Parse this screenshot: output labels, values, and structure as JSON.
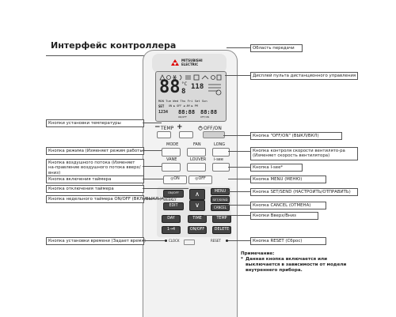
{
  "title": "Интерфейс контроллера",
  "left_labels": [
    "Кнопки установки температуры",
    "Кнопка режима (Изменяет режим работы)",
    "Кнопка воздушного потока (Изменяет на-правление воздушного потока вверх/вниз)",
    "Кнопка включения таймера",
    "Кнопка отключения таймера",
    "Кнопка недельного таймера ON/OFF (ВКЛ./ВЫКЛ.)*",
    "Кнопка установки времени (Задает время)"
  ],
  "right_labels": [
    "Область передачи",
    "Дисплей пульта дистанционного управления",
    "Кнопка \"OFF/ON\" (ВЫКЛ/ВКЛ)",
    "Кнопка контроля скорости вентилято-ра (Изменяет скорость вентилятора)",
    "Кнопка I-see*",
    "Кнопка MENU (МЕНЮ)",
    "Кнопка SET/SEND (НАСТРОИТЬ/ОТПРАВИТЬ)",
    "Кнопка CANCEL (ОТМЕНА)",
    "Кнопки Вверх/Вниз",
    "Кнопка RESET (Сброс)"
  ],
  "brand": {
    "line1": "MITSUBISHI",
    "line2": "ELECTRIC"
  },
  "display": {
    "big_temp": "88",
    "small_temp": "8",
    "degree": "°C",
    "big_right": "118",
    "days": "MON Tue Wed Thu Fri Sat Sun",
    "row_set": "SET",
    "row_set_detail": "ON ▶ OFF ◀ AM ▶ PM",
    "row_nums": "1234",
    "row_time1": "88:88",
    "row_time2": "88:88",
    "row_sub": "ON/OFF",
    "row_sub2": "OFF/ON"
  },
  "buttons": {
    "temp": "TEMP",
    "minus": "−",
    "plus": "+",
    "offon": "OFF/ON",
    "mode": "MODE",
    "fan": "FAN",
    "long": "LONG",
    "vane": "VANE",
    "louver": "LOUVER",
    "isee": "i-see",
    "on": "ON",
    "off": "OFF",
    "on_prefix": "◎",
    "off_prefix": "◎",
    "menu": "MENU",
    "on_off_small": "ON/OFF",
    "weekly": "WEEKLY",
    "edit": "EDIT",
    "set": "SET",
    "send": "SEND",
    "cancel": "CANCEL",
    "day": "DAY",
    "time": "TIME",
    "temp2": "TEMP",
    "range": "1→4",
    "onoff": "ON/OFF",
    "delete": "DELETE",
    "clock": "CLOCK",
    "reset": "RESET"
  },
  "note": {
    "heading": "Примечание:",
    "bullet": "*",
    "text": "Данная кнопка включается или выключается в зависимости от модели внутреннего прибора."
  }
}
